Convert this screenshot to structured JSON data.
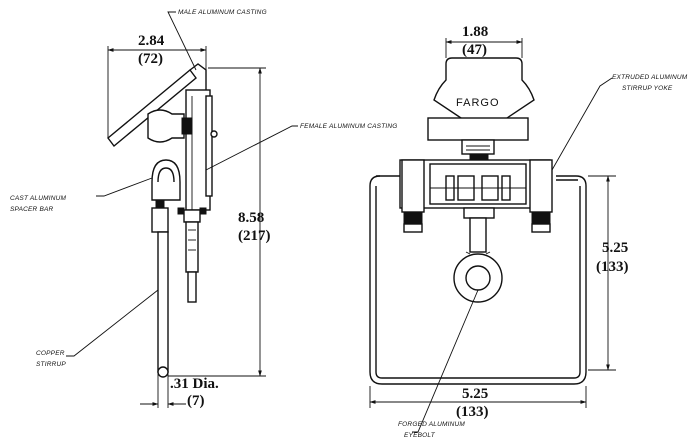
{
  "labels": {
    "male_casting": "MALE ALUMINUM CASTING",
    "female_casting": "FEMALE ALUMINUM CASTING",
    "spacer_bar_1": "CAST ALUMINUM",
    "spacer_bar_2": "SPACER BAR",
    "copper_stirrup_1": "COPPER",
    "copper_stirrup_2": "STIRRUP",
    "yoke_1": "EXTRUDED ALUMINUM",
    "yoke_2": "STIRRUP YOKE",
    "eyebolt_1": "FORGED ALUMINUM",
    "eyebolt_2": "EYEBOLT",
    "brand": "FARGO"
  },
  "dimensions": {
    "width_side": "2.84",
    "width_side_mm": "(72)",
    "height_total": "8.58",
    "height_total_mm": "(217)",
    "stirrup_dia": ".31 Dia.",
    "stirrup_dia_mm": "(7)",
    "top_width": "1.88",
    "top_width_mm": "(47)",
    "yoke_height": "5.25",
    "yoke_height_mm": "(133)",
    "yoke_width": "5.25",
    "yoke_width_mm": "(133)"
  }
}
